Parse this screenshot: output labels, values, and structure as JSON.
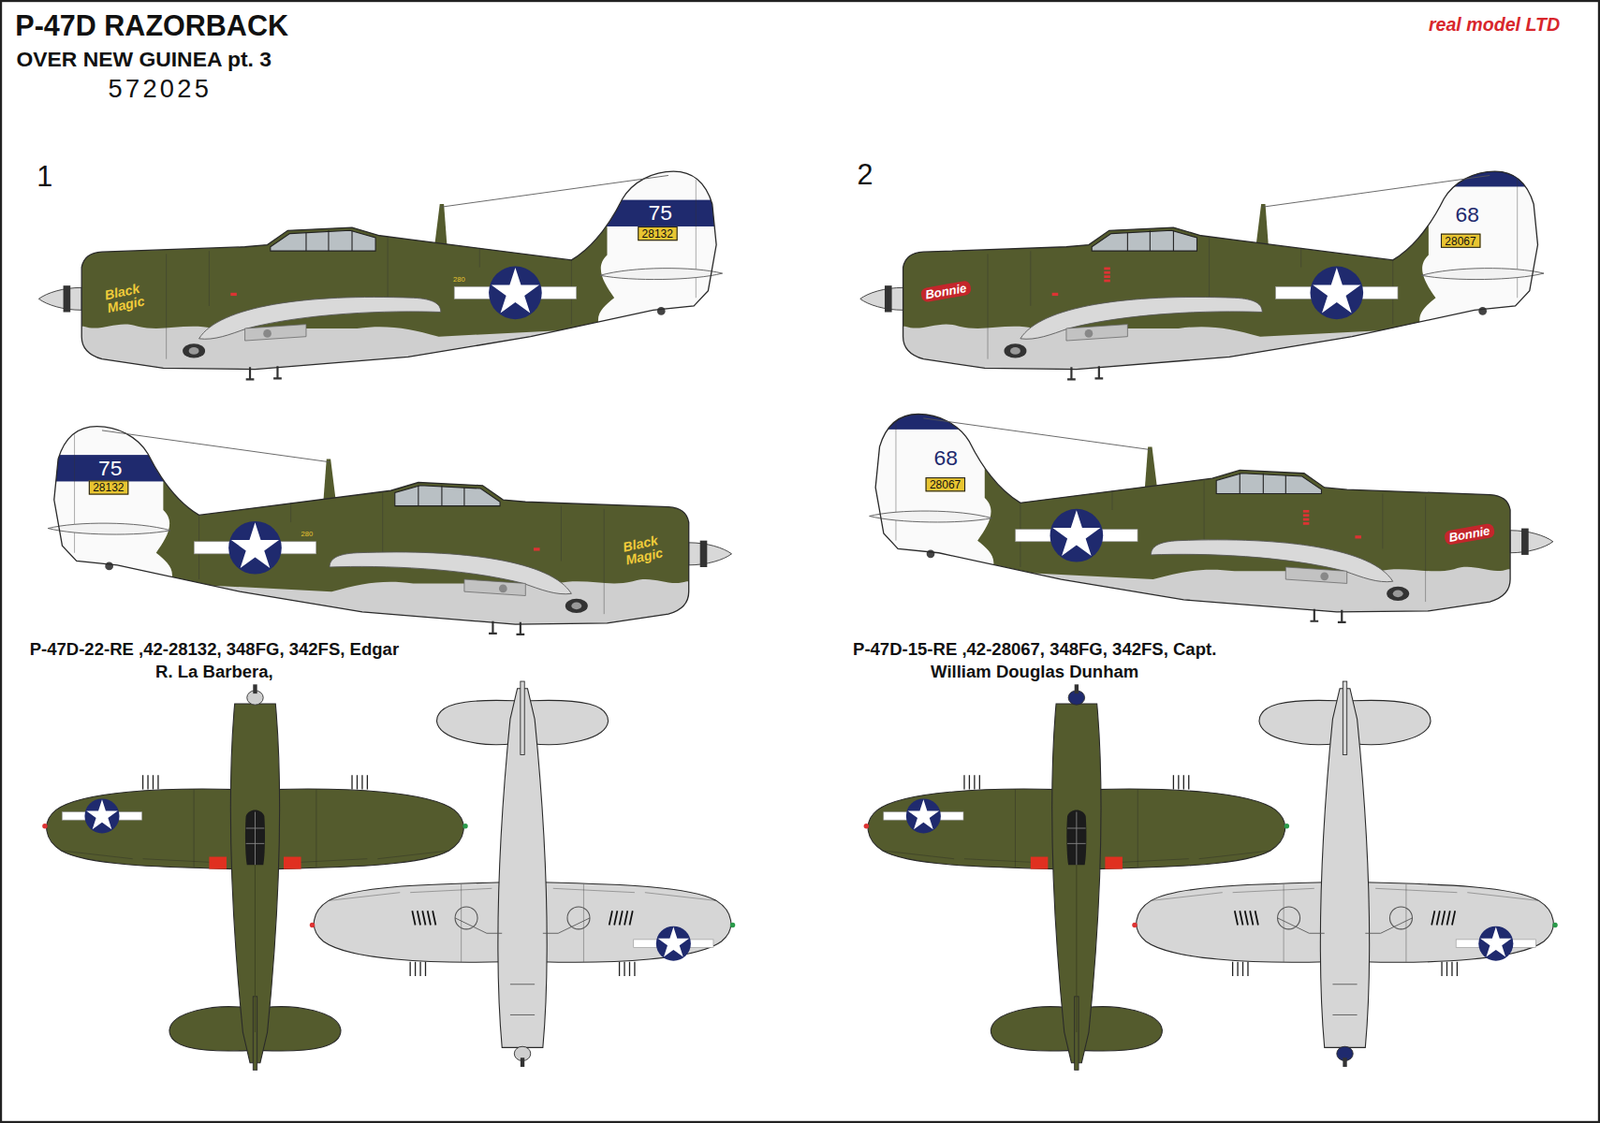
{
  "diagram": {
    "title": "P-47D RAZORBACK",
    "labels": [
      "OVER NEW GUINEA pt. 3",
      "572025",
      "real model LTD",
      "1",
      "75",
      "28132",
      "280",
      "Black Magic",
      "75",
      "28132",
      "280",
      "Black Magic",
      "P-47D-22-RE ,42-28132, 348FG, 342FS, Edgar R. La Barbera,",
      "2",
      "68",
      "28067",
      "Bonnie",
      "68",
      "28067",
      "Bonnie",
      "P-47D-15-RE ,42-28067, 348FG, 342FS, Capt. William Douglas Dunham"
    ]
  }
}
